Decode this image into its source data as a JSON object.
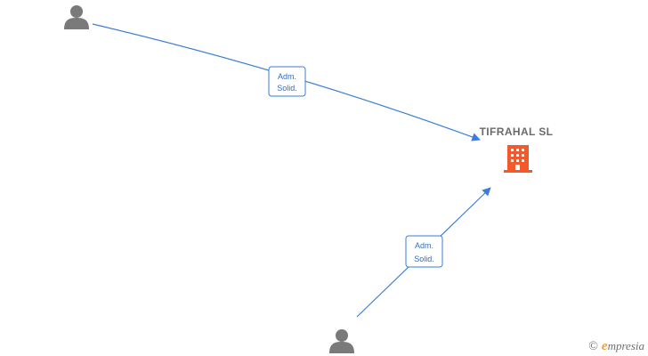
{
  "company": {
    "name": "TIFRAHAL  SL",
    "icon": "building-icon",
    "color": "#f25a2c"
  },
  "persons": [
    {
      "icon": "person-icon"
    },
    {
      "icon": "person-icon"
    }
  ],
  "edges": [
    {
      "from": "person-1",
      "to": "company",
      "label_line1": "Adm.",
      "label_line2": "Solid."
    },
    {
      "from": "person-2",
      "to": "company",
      "label_line1": "Adm.",
      "label_line2": "Solid."
    }
  ],
  "footer": {
    "copyright_symbol": "©",
    "brand_first": "e",
    "brand_rest": "mpresia"
  },
  "colors": {
    "edge": "#3b7dd8",
    "person": "#7a7a7a",
    "company": "#f25a2c"
  }
}
